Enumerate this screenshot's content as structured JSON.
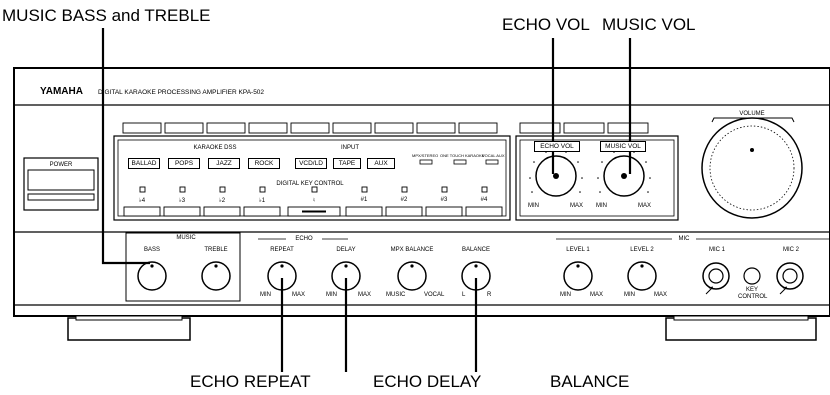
{
  "callouts": {
    "music_bass_treble": "MUSIC BASS and TREBLE",
    "echo_vol": "ECHO VOL",
    "music_vol": "MUSIC VOL",
    "echo_repeat": "ECHO REPEAT",
    "echo_delay": "ECHO DELAY",
    "balance": "BALANCE"
  },
  "panel": {
    "brand": "YAMAHA",
    "model_text": "DIGITAL KARAOKE PROCESSING AMPLIFIER  KPA-502",
    "power": "POWER",
    "volume": "VOLUME",
    "karaoke_dss": "KARAOKE DSS",
    "dss_buttons": [
      "BALLAD",
      "POPS",
      "JAZZ",
      "ROCK"
    ],
    "input": "INPUT",
    "input_buttons": [
      "VCD/LD",
      "TAPE",
      "AUX"
    ],
    "mode_labels": [
      "MPX/STEREO",
      "ONE TOUCH KARAOKE",
      "VOCAL AUX"
    ],
    "digital_key_control": "DIGITAL KEY CONTROL",
    "key_marks": [
      "♭4",
      "♭3",
      "♭2",
      "♭1",
      "♮",
      "#1",
      "#2",
      "#3",
      "#4"
    ],
    "echo_vol": "ECHO VOL",
    "music_vol": "MUSIC VOL",
    "min": "MIN",
    "max": "MAX",
    "music_group": "MUSIC",
    "bass": "BASS",
    "treble": "TREBLE",
    "echo_group": "ECHO",
    "repeat": "REPEAT",
    "delay": "DELAY",
    "mpx_balance": "MPX BALANCE",
    "music": "MUSIC",
    "vocal": "VOCAL",
    "balance": "BALANCE",
    "l": "L",
    "r": "R",
    "mic_group": "MIC",
    "level1": "LEVEL 1",
    "level2": "LEVEL 2",
    "mic1": "MIC 1",
    "mic2": "MIC 2",
    "key_control": "KEY CONTROL"
  }
}
